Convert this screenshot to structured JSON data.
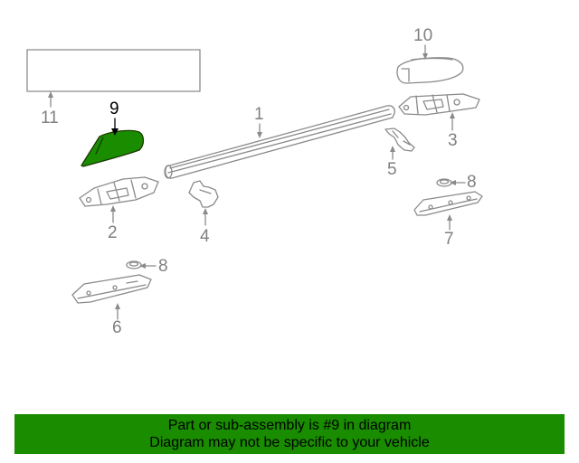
{
  "callouts": {
    "c1": "1",
    "c2": "2",
    "c3": "3",
    "c4": "4",
    "c5": "5",
    "c6": "6",
    "c7": "7",
    "c8a": "8",
    "c8b": "8",
    "c9": "9",
    "c10": "10",
    "c11": "11"
  },
  "highlight_color": "#198c00",
  "banner": {
    "line1": "Part or sub-assembly is #9 in diagram",
    "line2": "Diagram may not be specific to your vehicle",
    "color": "#198c00"
  }
}
